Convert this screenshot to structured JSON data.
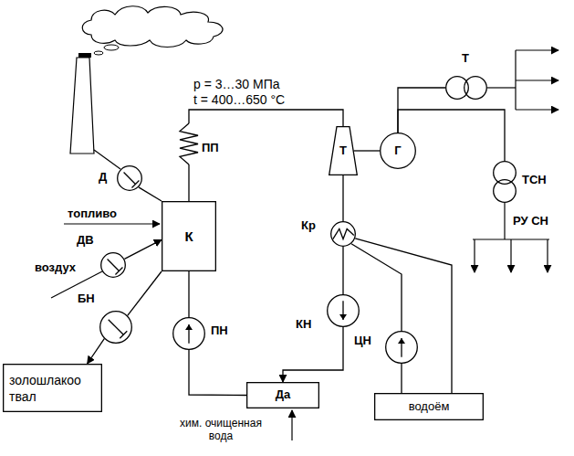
{
  "diagram": {
    "nodes": [
      {
        "text": [
          "К"
        ]
      },
      {
        "text": [
          "Д"
        ]
      },
      {
        "text": [
          "ДВ"
        ]
      },
      {
        "text": [
          "БН"
        ]
      },
      {
        "text": [
          "ПП"
        ]
      },
      {
        "text": [
          "Т"
        ]
      },
      {
        "text": [
          "Г"
        ]
      },
      {
        "text": [
          "Кр"
        ]
      },
      {
        "text": [
          "КН"
        ]
      },
      {
        "text": [
          "ЦН"
        ]
      },
      {
        "text": [
          "Да"
        ]
      },
      {
        "text": [
          "ПН"
        ]
      },
      {
        "text": [
          "водоём"
        ]
      },
      {
        "text": [
          "золошлакоо твал"
        ]
      },
      {
        "text": [
          "Т"
        ]
      },
      {
        "text": [
          "ТСН"
        ]
      }
    ],
    "edges": [
      {
        "from": 0,
        "to": 4,
        "arrow": "none"
      },
      {
        "from": 4,
        "to": 5,
        "arrow": "none"
      },
      {
        "from": 5,
        "to": 6,
        "arrow": "none"
      },
      {
        "from": 5,
        "to": 7,
        "arrow": "none"
      },
      {
        "from": 7,
        "to": 8,
        "arrow": "none"
      },
      {
        "from": 8,
        "to": 10,
        "arrow": "to"
      },
      {
        "from": 10,
        "to": 11,
        "arrow": "none"
      },
      {
        "from": 11,
        "to": 0,
        "arrow": "none"
      },
      {
        "from": 0,
        "to": 1,
        "arrow": "none"
      },
      {
        "from": 2,
        "to": 0,
        "arrow": "to"
      },
      {
        "from": 0,
        "to": 3,
        "arrow": "none"
      },
      {
        "from": 3,
        "to": 13,
        "arrow": "to"
      },
      {
        "from": 6,
        "to": 14,
        "arrow": "none"
      },
      {
        "from": 6,
        "to": 15,
        "arrow": "none"
      },
      {
        "from": 7,
        "to": 12,
        "arrow": "none"
      },
      {
        "from": 9,
        "to": 7,
        "arrow": "none"
      },
      {
        "from": 12,
        "to": 9,
        "arrow": "none"
      }
    ],
    "labels": [
      "p = 3…30 МПа",
      "t = 400…650 °C",
      "топливо",
      "воздух",
      "хим. очищенная вода",
      "РУ СН"
    ]
  }
}
